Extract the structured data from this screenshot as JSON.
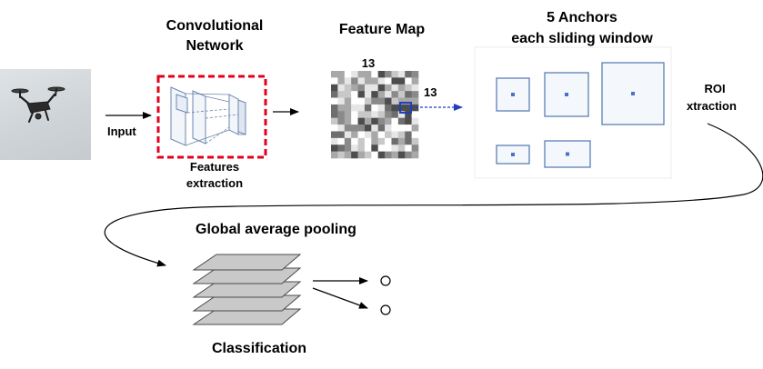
{
  "labels": {
    "input": "Input",
    "conv_title_line1": "Convolutional",
    "conv_title_line2": "Network",
    "features_line1": "Features",
    "features_line2": "extraction",
    "feature_map_title": "Feature Map",
    "feature_map_top_dim": "13",
    "feature_map_side_dim": "13",
    "anchors_title_line1": "5 Anchors",
    "anchors_title_line2": "each sliding window",
    "roi_line1": "ROI",
    "roi_line2": "xtraction",
    "gap_title": "Global average pooling",
    "classification": "Classification"
  },
  "colors": {
    "dashed_box": "#e3001b",
    "anchor_stroke": "#5b7fb5",
    "anchor_fill": "#f4f8fd",
    "anchor_dot": "#4a72c4",
    "highlight": "#1f3fbf",
    "arrow": "#000000",
    "layer_fill": "#c9c9c9"
  },
  "anchors": [
    {
      "name": "anchor-small-square"
    },
    {
      "name": "anchor-medium-square"
    },
    {
      "name": "anchor-large-square"
    },
    {
      "name": "anchor-small-wide"
    },
    {
      "name": "anchor-medium-wide"
    }
  ],
  "pooling_layers": 5,
  "outputs": 2,
  "grid": {
    "rows": 13,
    "cols": 13
  }
}
